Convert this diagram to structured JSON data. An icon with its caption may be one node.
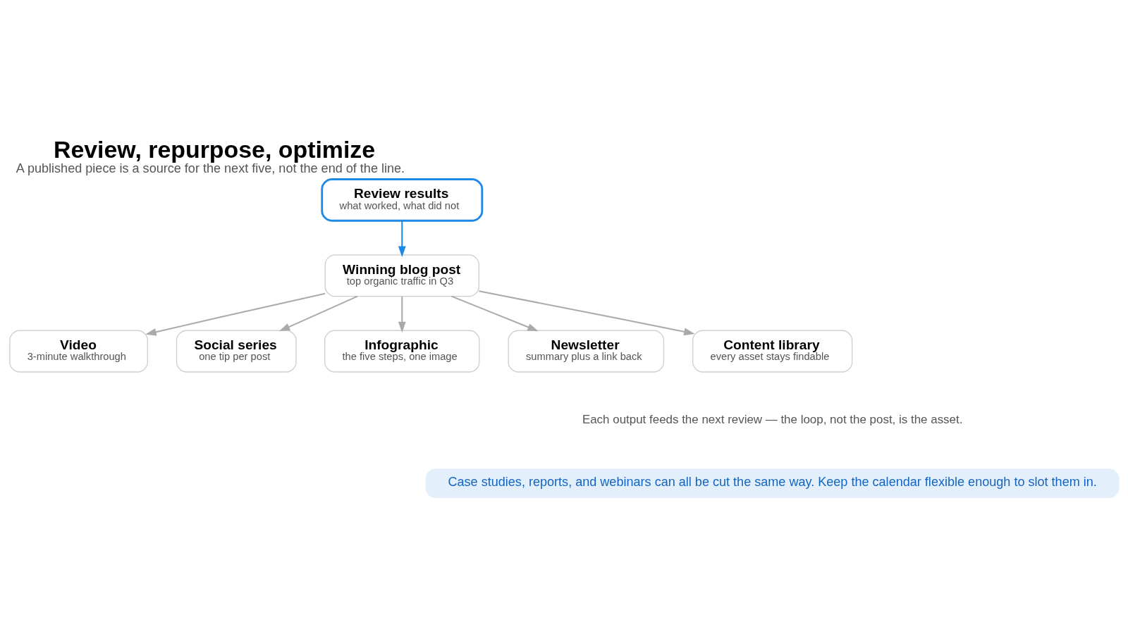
{
  "diagram": {
    "title": "Review, repurpose, optimize",
    "caption": "A published piece is a source for the next five, not the end of the line.",
    "nodes": [
      {
        "text": [
          "Review results",
          "what worked, what did not"
        ]
      },
      {
        "text": [
          "Video",
          "3-minute walkthrough"
        ]
      },
      {
        "text": [
          "Social series",
          "one tip per post"
        ]
      },
      {
        "text": [
          "Winning blog post",
          "top organic traffic in Q3"
        ]
      },
      {
        "text": [
          "Infographic",
          "the five steps, one image"
        ]
      },
      {
        "text": [
          "Newsletter",
          "summary plus a link back"
        ]
      },
      {
        "text": [
          "Content library",
          "every asset stays findable"
        ]
      }
    ],
    "edges": [
      {
        "from": 0,
        "to": 3,
        "arrow": "to",
        "color": "#1e88e5"
      },
      {
        "from": 3,
        "to": 1,
        "arrow": "to"
      },
      {
        "from": 3,
        "to": 2,
        "arrow": "to"
      },
      {
        "from": 3,
        "to": 4,
        "arrow": "to"
      },
      {
        "from": 3,
        "to": 5,
        "arrow": "to"
      },
      {
        "from": 3,
        "to": 6,
        "arrow": "to"
      }
    ],
    "labels": [
      "Each output feeds the next review — the loop, not the post, is the asset.",
      "Case studies, reports, and webinars can all be cut the same way. Keep the calendar flexible enough to slot them in."
    ]
  }
}
